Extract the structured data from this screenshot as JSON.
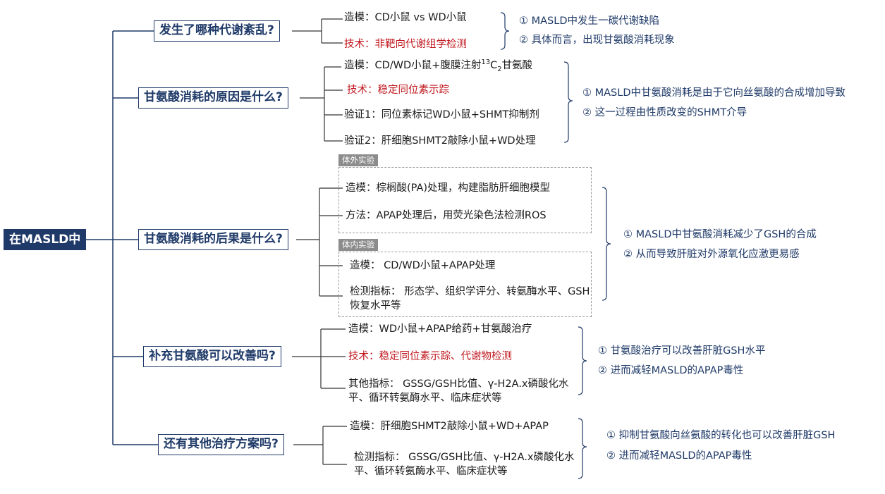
{
  "root": {
    "label": "在MASLD中"
  },
  "questions": [
    {
      "label": "发生了哪种代谢紊乱?",
      "items": [
        {
          "text": "造模：CD小鼠 vs WD小鼠",
          "tech": false
        },
        {
          "text": "技术：非靶向代谢组学检测",
          "tech": true
        }
      ],
      "conclusions": [
        "① MASLD中发生一碳代谢缺陷",
        "② 具体而言，出现甘氨酸消耗现象"
      ]
    },
    {
      "label": "甘氨酸消耗的原因是什么?",
      "items": [
        {
          "text_pre": "造模：CD/WD小鼠+腹膜注射",
          "sup": "13",
          "mid": "C",
          "sub": "2",
          "text_post": "甘氨酸",
          "tech": false
        },
        {
          "text": "技术：稳定同位素示踪",
          "tech": true
        },
        {
          "text": "验证1：同位素标记WD小鼠+SHMT抑制剂",
          "tech": false
        },
        {
          "text": "验证2：肝细胞SHMT2敲除小鼠+WD处理",
          "tech": false
        }
      ],
      "conclusions": [
        "① MASLD中甘氨酸消耗是由于它向丝氨酸的合成增加导致",
        "② 这一过程由性质改变的SHMT介导"
      ]
    },
    {
      "label": "甘氨酸消耗的后果是什么?",
      "groups": [
        {
          "tag": "体外实验",
          "items": [
            {
              "text": "造模：棕榈酸(PA)处理，构建脂肪肝细胞模型"
            },
            {
              "text": "方法：APAP处理后，用荧光染色法检测ROS"
            }
          ]
        },
        {
          "tag": "体内实验",
          "items": [
            {
              "text": "造模： CD/WD小鼠+APAP处理"
            },
            {
              "text": "检测指标： 形态学、组织学评分、转氨酶水平、GSH恢复水平等"
            }
          ]
        }
      ],
      "conclusions": [
        "① MASLD中甘氨酸消耗减少了GSH的合成",
        "② 从而导致肝脏对外源氧化应激更易感"
      ]
    },
    {
      "label": "补充甘氨酸可以改善吗?",
      "items": [
        {
          "text": "造模：WD小鼠+APAP给药+甘氨酸治疗",
          "tech": false
        },
        {
          "text": "技术：稳定同位素示踪、代谢物检测",
          "tech": true
        },
        {
          "text": "其他指标： GSSG/GSH比值、γ-H2A.x磷酸化水平、循环转氨酶水平、临床症状等",
          "tech": false
        }
      ],
      "conclusions": [
        "① 甘氨酸治疗可以改善肝脏GSH水平",
        "② 进而减轻MASLD的APAP毒性"
      ]
    },
    {
      "label": "还有其他治疗方案吗?",
      "items": [
        {
          "text": "造模：肝细胞SHMT2敲除小鼠+WD+APAP",
          "tech": false
        },
        {
          "text": "检测指标： GSSG/GSH比值、γ-H2A.x磷酸化水平、循环转氨酶水平、临床症状等",
          "tech": false
        }
      ],
      "conclusions": [
        "① 抑制甘氨酸向丝氨酸的转化也可以改善肝脏GSH",
        "② 进而减轻MASLD的APAP毒性"
      ]
    }
  ],
  "colors": {
    "navy": "#1f3a68",
    "tech_red": "#c0171e",
    "dash_gray": "#9a9a9a",
    "tag_gray": "#8c8c8c"
  }
}
